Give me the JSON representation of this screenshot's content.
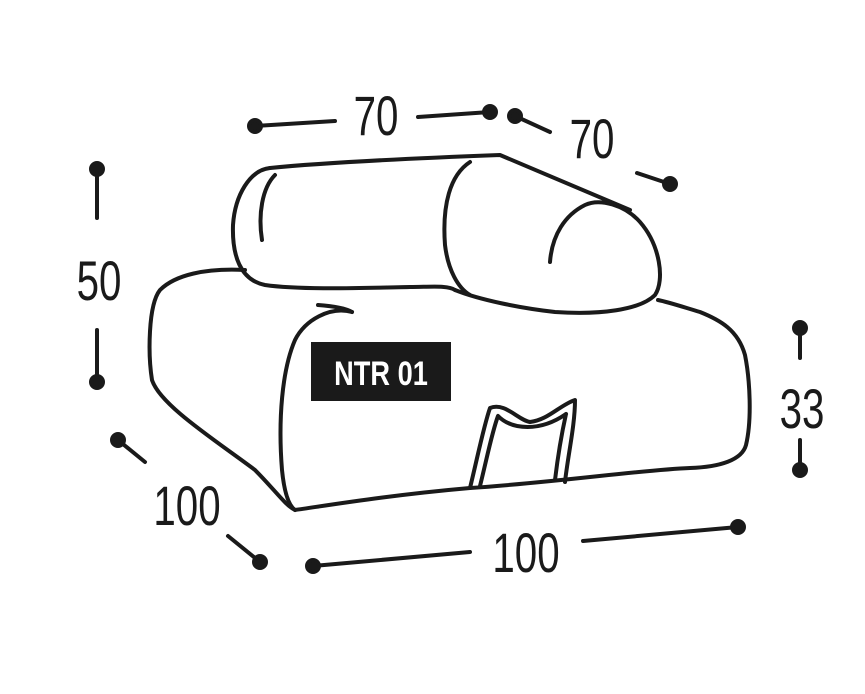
{
  "model_code": "NTR 01",
  "dimensions": {
    "back_width": "70",
    "back_depth": "70",
    "total_height": "50",
    "seat_height": "33",
    "depth": "100",
    "width": "100"
  },
  "colors": {
    "line": "#1a1a1a",
    "badge_bg": "#1a1a1a",
    "badge_text": "#ffffff"
  }
}
